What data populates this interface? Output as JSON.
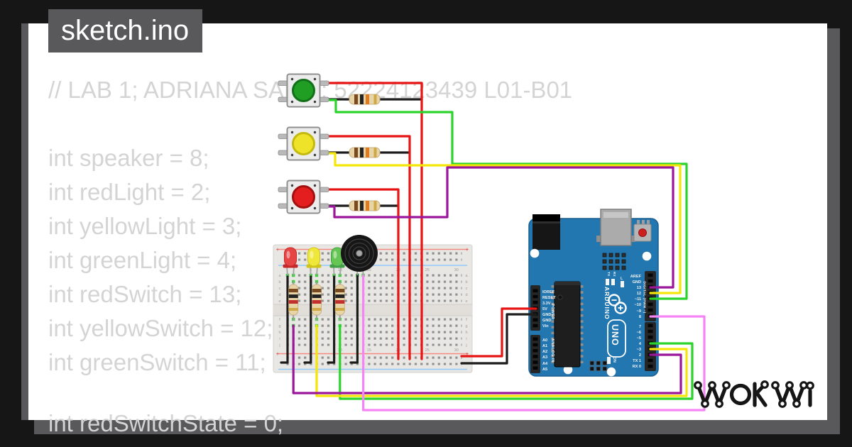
{
  "window": {
    "title": "sketch.ino"
  },
  "code": {
    "comment_left": "// LAB 1; ADRIANA SAR",
    "comment_right": "; 52224123439 L01-B01",
    "lines": [
      "int speaker = 8;",
      "int redLight = 2;",
      "int yellowLight = 3;",
      "int greenLight = 4;",
      "int redSwitch = 13;",
      "int yellowSwitch = 12;",
      "int greenSwitch = 11;"
    ],
    "partial_line": "int redSwitchState = 0;"
  },
  "breadboard": {
    "rows_top": [
      "a",
      "b",
      "c",
      "d",
      "e"
    ],
    "rows_bottom": [
      "f",
      "g",
      "h",
      "i",
      "j"
    ],
    "columns": [
      "5",
      "10",
      "15",
      "20",
      "25",
      "30"
    ],
    "plus": "+"
  },
  "arduino": {
    "power_pins": [
      "IOREF",
      "RESET",
      "3.3V",
      "5V",
      "GND",
      "GND",
      "Vin"
    ],
    "analog_pins": [
      "A0",
      "A1",
      "A2",
      "A3",
      "A4",
      "A5"
    ],
    "digital_top": [
      "AREF",
      "GND",
      "13",
      "12",
      "~11",
      "~10",
      "~9",
      "8"
    ],
    "digital_bottom": [
      "7",
      "~6",
      "~5",
      "4",
      "~3",
      "2",
      "TX 1",
      "RX 0"
    ],
    "label_power": "POWER",
    "label_analog": "ANALOG IN",
    "label_digital": "DIGITAL (PWM ~)",
    "label_brand": "ARDUINO",
    "label_model": "UNO",
    "label_on": "ON",
    "label_l": "L",
    "label_tx": "TX",
    "label_rx": "RX"
  },
  "logo": {
    "text": "WOKWI"
  },
  "colors": {
    "background": "#161616",
    "frame_gray": "#59595b",
    "card_bg": "#ffffff",
    "code_text": "#d4d4d4",
    "board_blue": "#2277b0",
    "wire_red": "#e81313",
    "wire_green": "#2bd42b",
    "wire_yellow": "#f5e60a",
    "wire_purple": "#9b169b",
    "wire_pink": "#f585f5",
    "wire_black": "#1c1c1c",
    "highlight_green": "#3fcf3f"
  }
}
